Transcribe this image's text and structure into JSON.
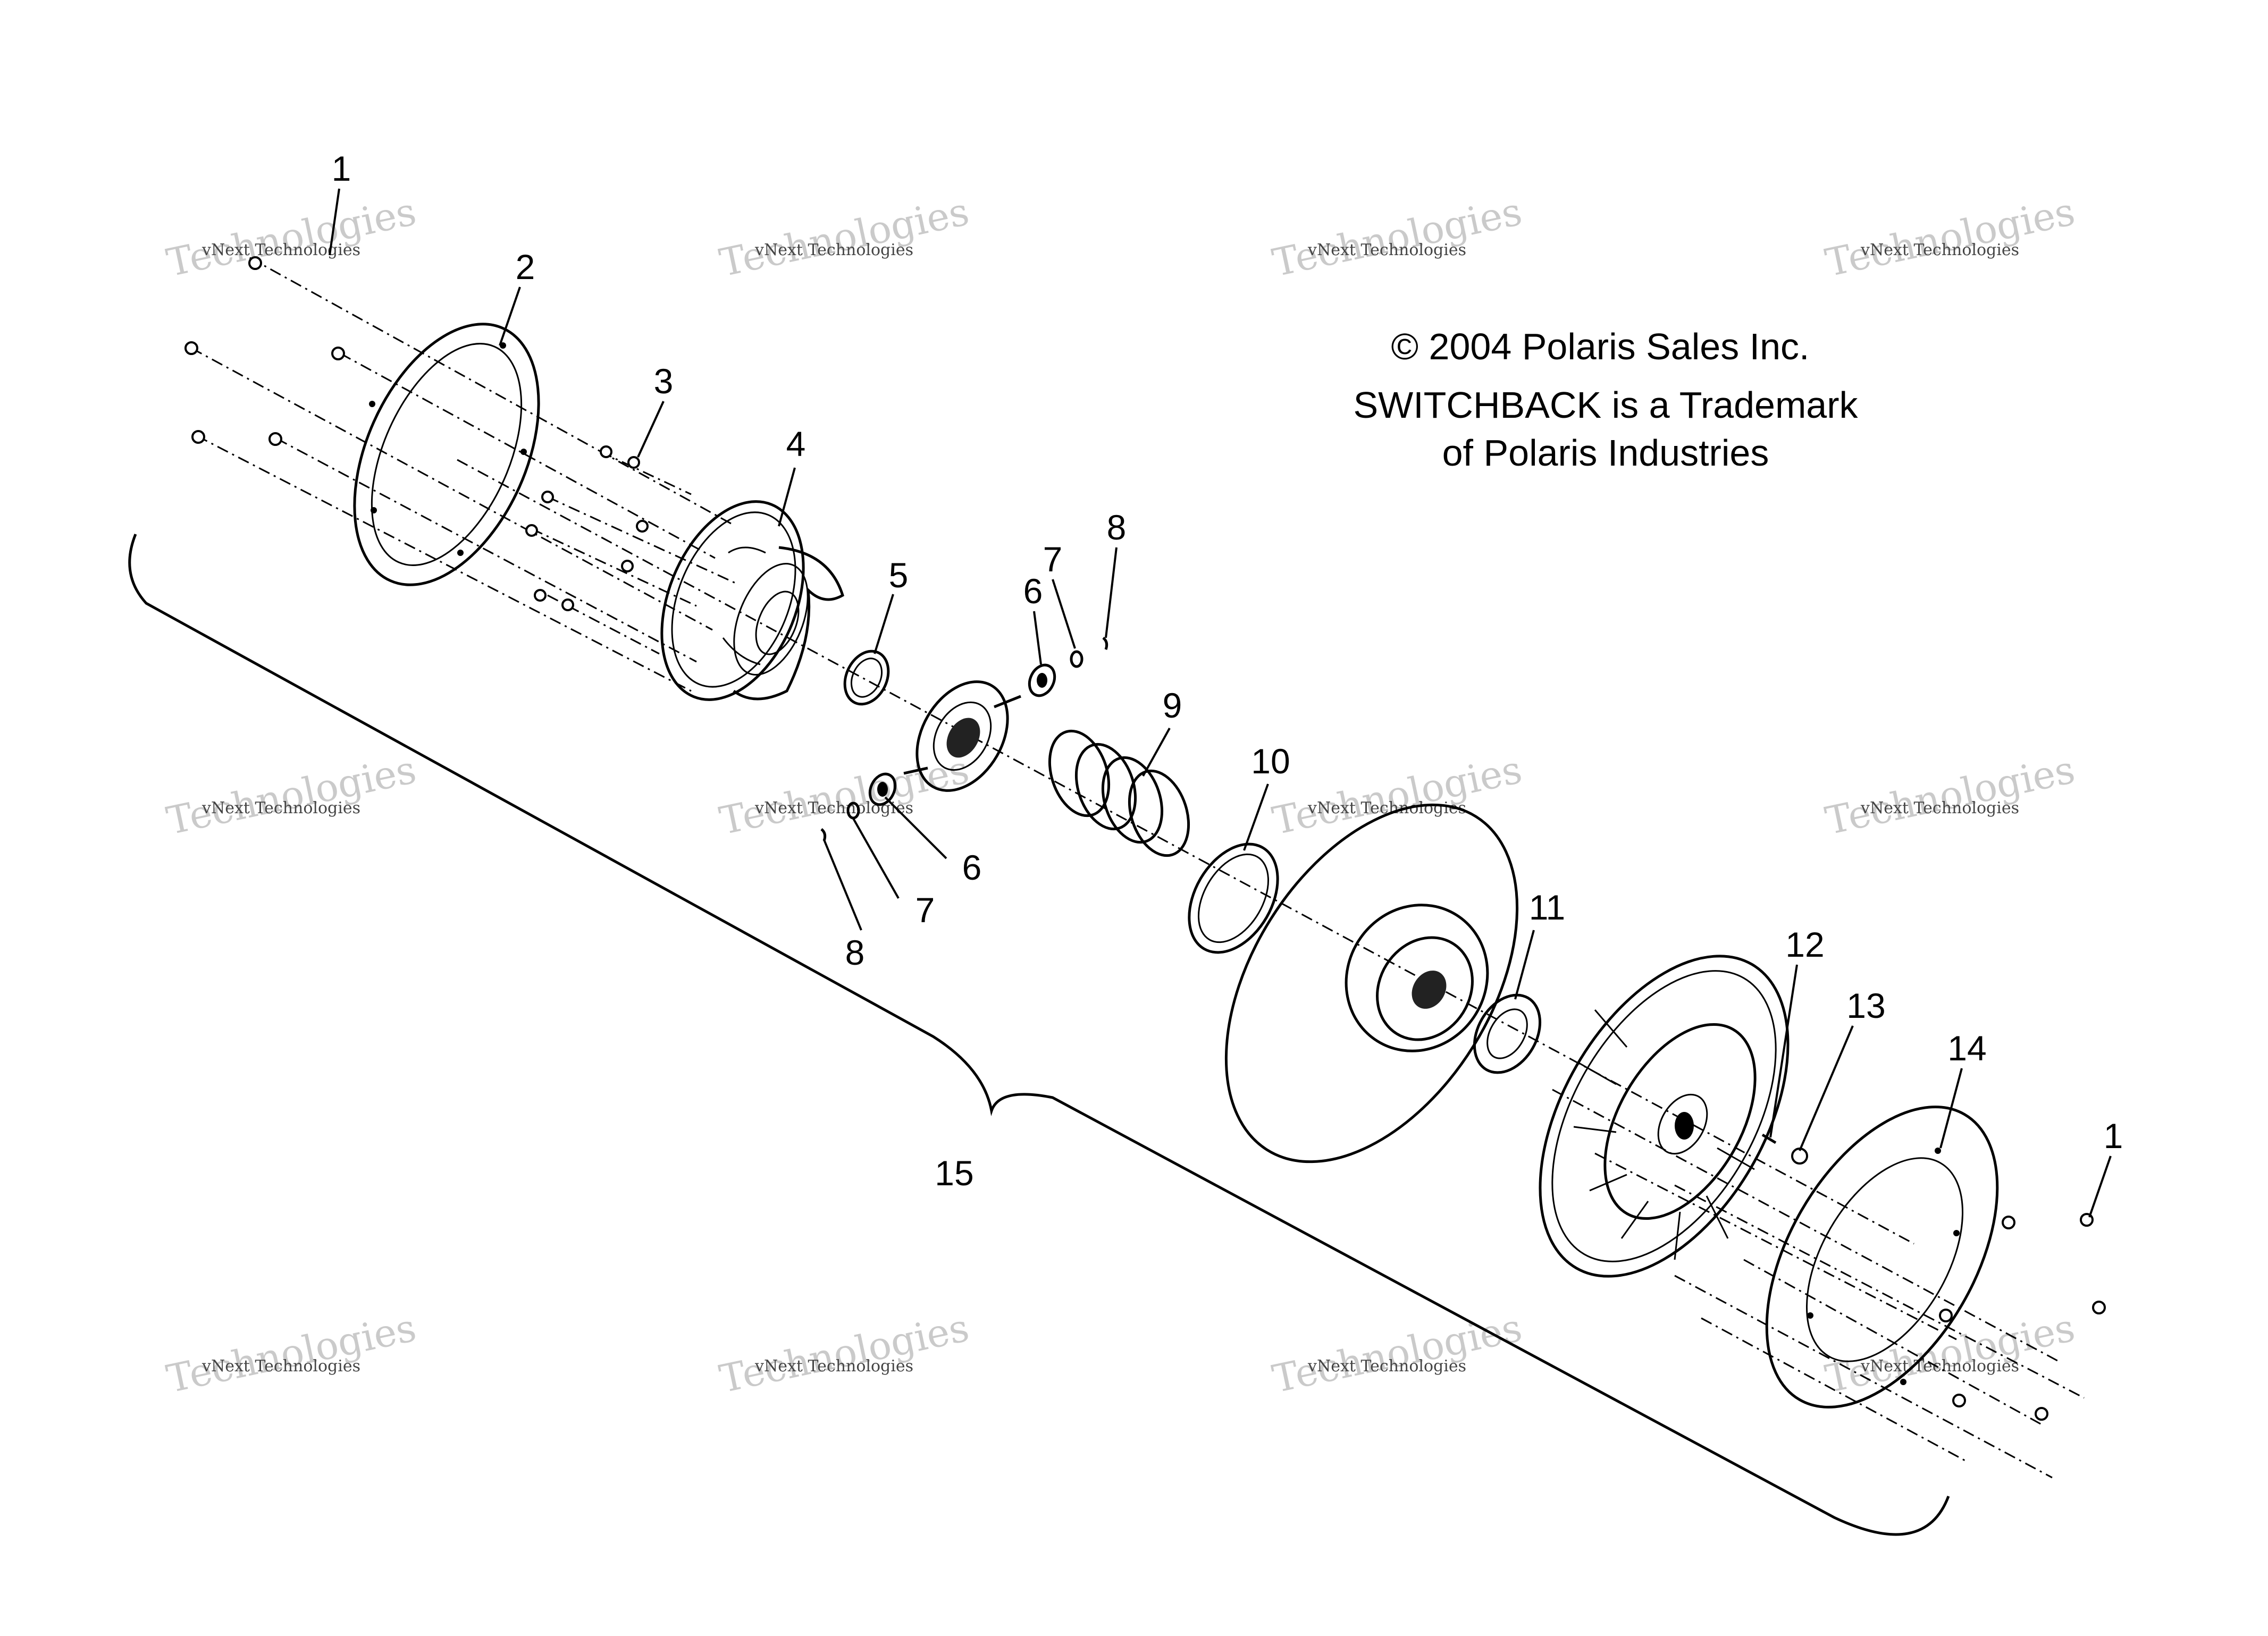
{
  "diagram": {
    "copyright": "© 2004 Polaris Sales Inc.",
    "trademark_line1": "SWITCHBACK is a Trademark",
    "trademark_line2": "of Polaris Industries",
    "watermark_small": "vNext Technologies",
    "watermark_large": "Technologies",
    "callouts": {
      "c1a": "1",
      "c2": "2",
      "c3": "3",
      "c4": "4",
      "c5": "5",
      "c6a": "6",
      "c7a": "7",
      "c8a": "8",
      "c9": "9",
      "c10": "10",
      "c6b": "6",
      "c7b": "7",
      "c8b": "8",
      "c11": "11",
      "c12": "12",
      "c13": "13",
      "c14": "14",
      "c1b": "1",
      "c15": "15"
    }
  }
}
